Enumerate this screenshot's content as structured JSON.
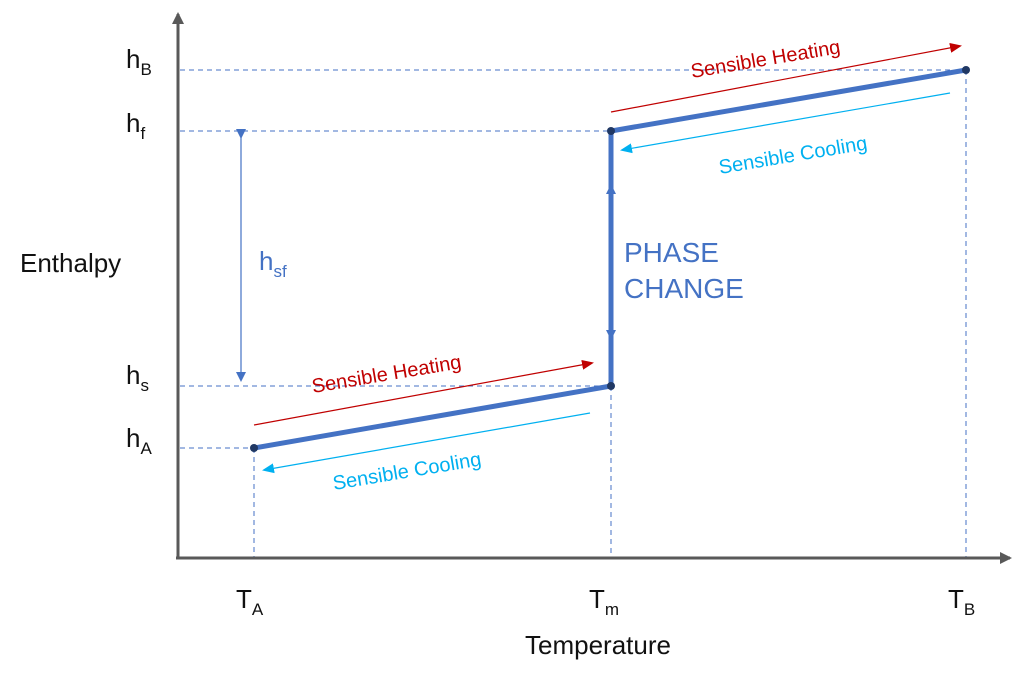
{
  "axes": {
    "x_title": "Temperature",
    "y_title": "Enthalpy"
  },
  "x_ticks": [
    {
      "main": "T",
      "sub": "A"
    },
    {
      "main": "T",
      "sub": "m"
    },
    {
      "main": "T",
      "sub": "B"
    }
  ],
  "y_ticks": [
    {
      "main": "h",
      "sub": "B"
    },
    {
      "main": "h",
      "sub": "f"
    },
    {
      "main": "h",
      "sub": "s"
    },
    {
      "main": "h",
      "sub": "A"
    }
  ],
  "hsf_label": {
    "main": "h",
    "sub": "sf"
  },
  "phase_change": {
    "line1": "PHASE",
    "line2": "CHANGE"
  },
  "annotations": {
    "heating_low": "Sensible Heating",
    "cooling_low": "Sensible Cooling",
    "heating_high": "Sensible Heating",
    "cooling_high": "Sensible Cooling"
  },
  "colors": {
    "curve": "#4472C4",
    "heating": "#C00000",
    "cooling": "#00B0F0",
    "axis": "#595959",
    "guide": "#4472C4"
  }
}
